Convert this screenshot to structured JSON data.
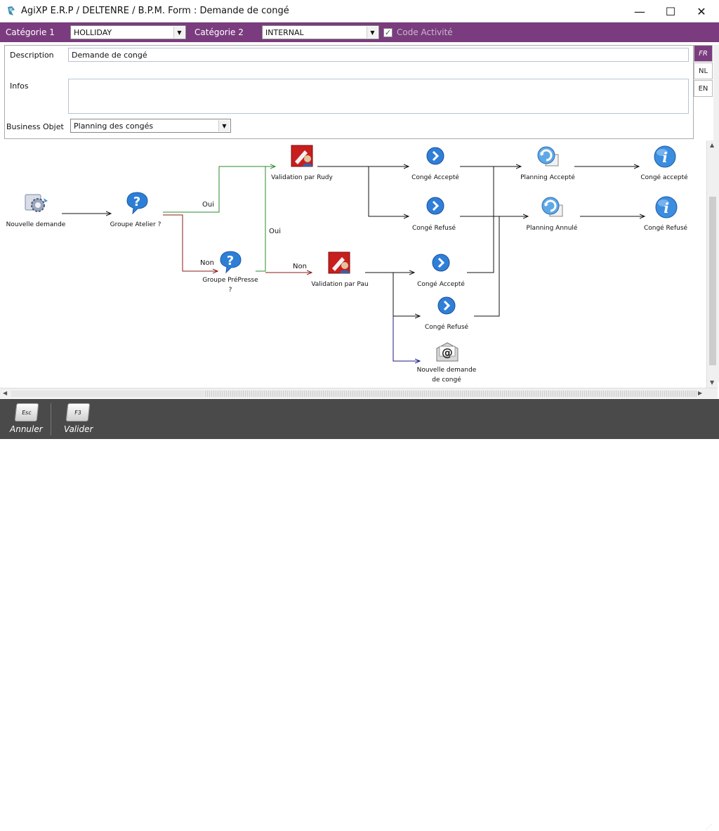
{
  "window": {
    "title": "AgiXP E.R.P  / DELTENRE / B.P.M. Form : Demande de congé",
    "minimize_glyph": "—",
    "maximize_glyph": "☐",
    "close_glyph": "✕"
  },
  "category_bar": {
    "cat1_label": "Catégorie 1",
    "cat1_value": "HOLLIDAY",
    "cat2_label": "Catégorie 2",
    "cat2_value": "INTERNAL",
    "code_activite_label": "Code Activité",
    "code_activite_checked": true
  },
  "form": {
    "description_label": "Description",
    "description_value": "Demande de congé",
    "infos_label": "Infos",
    "infos_value": "",
    "business_objet_label": "Business Objet",
    "business_objet_value": "Planning des congés"
  },
  "languages": [
    "FR",
    "NL",
    "EN"
  ],
  "workflow": {
    "nodes": [
      {
        "id": "nouvelle_demande",
        "label": "Nouvelle demande",
        "icon": "gear-icon"
      },
      {
        "id": "groupe_atelier",
        "label": "Groupe Atelier ?",
        "icon": "question-bubble-icon"
      },
      {
        "id": "groupe_prepresse",
        "label_line1": "Groupe PréPresse",
        "label_line2": "?",
        "icon": "question-bubble-icon"
      },
      {
        "id": "validation_rudy",
        "label": "Validation par Rudy",
        "icon": "user-validation-icon"
      },
      {
        "id": "validation_pau",
        "label": "Validation par Pau",
        "icon": "user-validation-icon"
      },
      {
        "id": "conge_accepte_1",
        "label": "Congé Accepté",
        "icon": "arrow-right-circle-icon"
      },
      {
        "id": "conge_refuse_1",
        "label": "Congé Refusé",
        "icon": "arrow-right-circle-icon"
      },
      {
        "id": "conge_accepte_2",
        "label": "Congé Accepté",
        "icon": "arrow-right-circle-icon"
      },
      {
        "id": "conge_refuse_2",
        "label": "Congé Refusé",
        "icon": "arrow-right-circle-icon"
      },
      {
        "id": "nouvelle_demande_conge",
        "label_line1": "Nouvelle demande",
        "label_line2": "de congé",
        "icon": "email-at-icon"
      },
      {
        "id": "planning_accepte",
        "label": "Planning Accepté",
        "icon": "refresh-globe-icon"
      },
      {
        "id": "planning_annule",
        "label": "Planning Annulé",
        "icon": "refresh-globe-icon"
      },
      {
        "id": "conge_accepte_final",
        "label": "Congé accepté",
        "icon": "info-icon"
      },
      {
        "id": "conge_refuse_final",
        "label": "Congé Refusé",
        "icon": "info-icon"
      }
    ],
    "edge_labels": {
      "oui_1": "Oui",
      "non_1": "Non",
      "oui_2": "Oui",
      "non_2": "Non"
    }
  },
  "footer": {
    "annuler_key": "Esc",
    "annuler_label": "Annuler",
    "valider_key": "F3",
    "valider_label": "Valider"
  },
  "colors": {
    "purple_bar": "#7a3c7e",
    "footer_bg": "#4a4a4a",
    "edge_green": "#2e8b2e",
    "edge_red": "#8b1a1a",
    "edge_blue": "#1a1a8b"
  }
}
